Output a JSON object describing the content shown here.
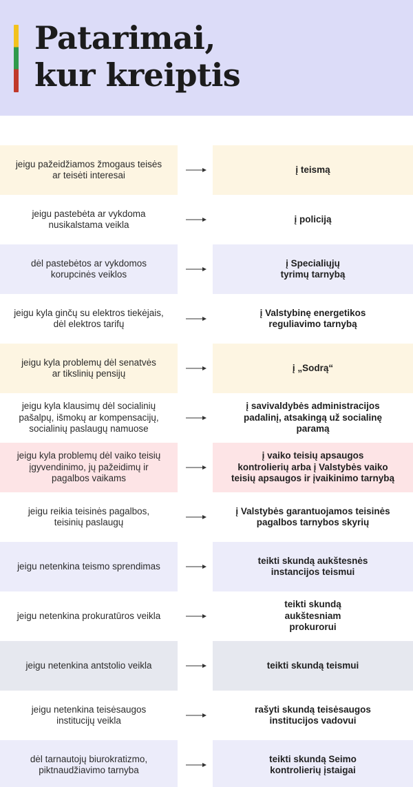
{
  "title": {
    "line1": "Patarimai,",
    "line2": "kur kreiptis"
  },
  "colors": {
    "header_bg": "#dcdcf8",
    "yellow": "#fdf5e2",
    "lavender": "#ececfa",
    "pink": "#fde4e6",
    "grey": "#e6e8ef",
    "white": "#ffffff"
  },
  "rows": [
    {
      "condition": "jeigu pažeidžiamos žmogaus teisės\nar teisėti interesai",
      "where": "į teismą",
      "color": "#fdf5e2",
      "height": 72
    },
    {
      "condition": "jeigu pastebėta ar vykdoma\nnusikalstama veikla",
      "where": "į policiją",
      "color": "#ffffff",
      "height": 72
    },
    {
      "condition": "dėl pastebėtos ar vykdomos\nkorupcinės veiklos",
      "where": "į Specialiųjų\ntyrimų tarnybą",
      "color": "#ececfa",
      "height": 72
    },
    {
      "condition": "jeigu kyla ginčų su elektros tiekėjais,\ndėl elektros tarifų",
      "where": "į Valstybinę energetikos\nreguliavimo tarnybą",
      "color": "#ffffff",
      "height": 72
    },
    {
      "condition": "jeigu kyla problemų dėl senatvės\nar tikslinių pensijų",
      "where": "į „Sodrą“",
      "color": "#fdf5e2",
      "height": 72
    },
    {
      "condition": "jeigu kyla klausimų dėl socialinių\npašalpų, išmokų ar kompensacijų,\nsocialinių paslaugų namuose",
      "where": "į savivaldybės administracijos\npadalinį, atsakingą už socialinę\nparamą",
      "color": "#ffffff",
      "height": 72
    },
    {
      "condition": "jeigu kyla problemų dėl vaiko teisių\nįgyvendinimo,  jų pažeidimų ir\npagalbos vaikams",
      "where": "į vaiko teisių apsaugos\nkontrolierių  arba į Valstybės vaiko\nteisių apsaugos ir įvaikinimo tarnybą",
      "color": "#fde4e6",
      "height": 72
    },
    {
      "condition": "jeigu reikia teisinės pagalbos,\nteisinių paslaugų",
      "where": "į Valstybės garantuojamos teisinės\npagalbos tarnybos skyrių",
      "color": "#ffffff",
      "height": 72
    },
    {
      "condition": "jeigu netenkina teismo sprendimas",
      "where": "teikti skundą aukštesnės\ninstancijos teismui",
      "color": "#ececfa",
      "height": 72
    },
    {
      "condition": "jeigu netenkina prokuratūros veikla",
      "where": "teikti skundą\naukštesniam\nprokurorui",
      "color": "#ffffff",
      "height": 72
    },
    {
      "condition": "jeigu netenkina antstolio veikla",
      "where": "teikti skundą teismui",
      "color": "#e6e8ef",
      "height": 72
    },
    {
      "condition": "jeigu netenkina teisėsaugos\ninstitucijų veikla",
      "where": "rašyti skundą teisėsaugos\ninstitucijos vadovui",
      "color": "#ffffff",
      "height": 72
    },
    {
      "condition": "dėl tarnautojų biurokratizmo,\npiktnaudžiavimo tarnyba",
      "where": "teikti skundą Seimo\nkontrolierių įstaigai",
      "color": "#ececfa",
      "height": 72
    }
  ]
}
